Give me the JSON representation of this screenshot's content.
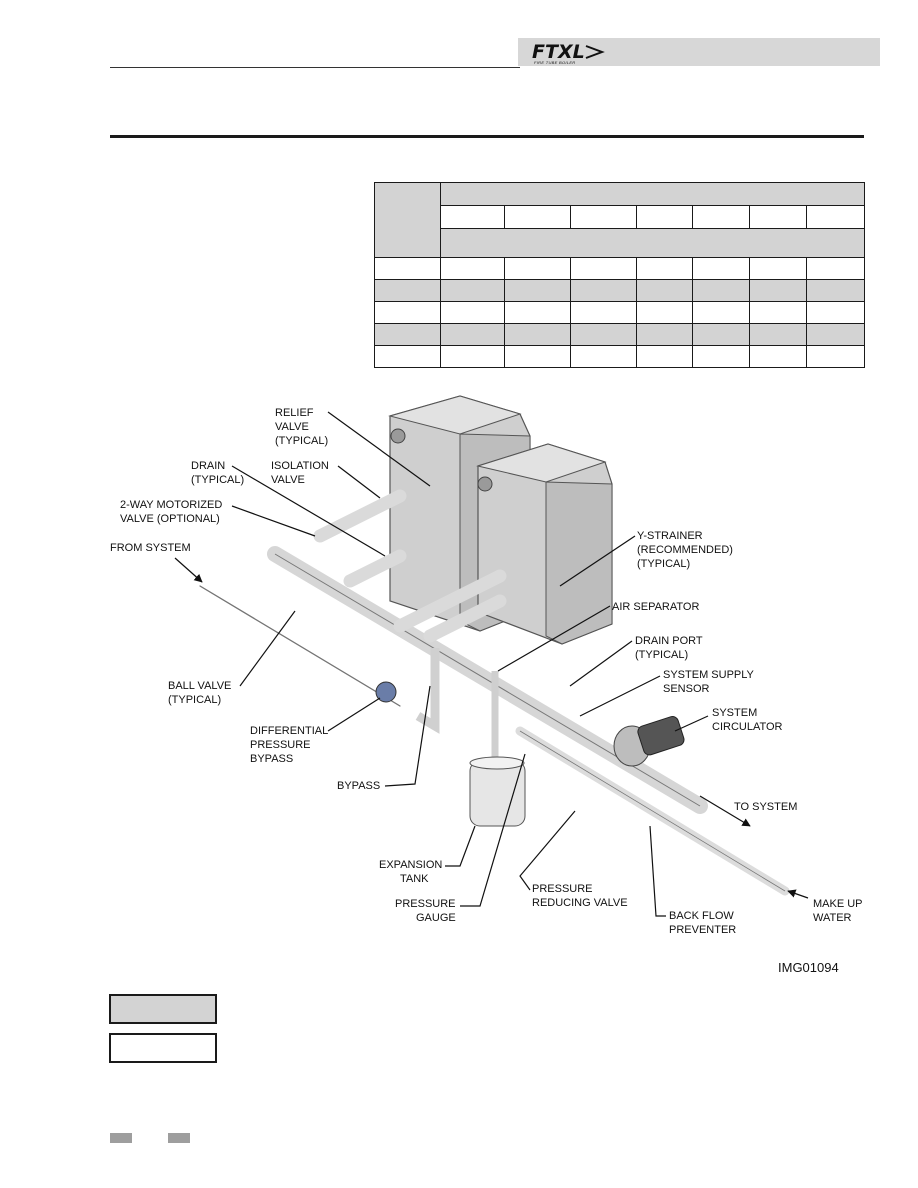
{
  "header": {
    "logo_text": "FTXL",
    "logo_tagline": "FIRE TUBE BOILER"
  },
  "figure": {
    "labels": {
      "relief_valve": [
        "RELIEF",
        "VALVE",
        "(TYPICAL)"
      ],
      "drain": [
        "DRAIN",
        "(TYPICAL)"
      ],
      "isolation_valve": [
        "ISOLATION",
        "VALVE"
      ],
      "motorized_valve": [
        "2-WAY MOTORIZED",
        "VALVE (OPTIONAL)"
      ],
      "from_system": [
        "FROM SYSTEM"
      ],
      "y_strainer": [
        "Y-STRAINER",
        "(RECOMMENDED)",
        "(TYPICAL)"
      ],
      "air_separator": [
        "AIR SEPARATOR"
      ],
      "drain_port": [
        "DRAIN PORT",
        "(TYPICAL)"
      ],
      "system_supply_sensor": [
        "SYSTEM SUPPLY",
        "SENSOR"
      ],
      "ball_valve": [
        "BALL VALVE",
        "(TYPICAL)"
      ],
      "system_circulator": [
        "SYSTEM",
        "CIRCULATOR"
      ],
      "differential_bypass": [
        "DIFFERENTIAL",
        "PRESSURE",
        "BYPASS"
      ],
      "bypass": [
        "BYPASS"
      ],
      "to_system": [
        "TO SYSTEM"
      ],
      "expansion_tank": [
        "EXPANSION",
        "TANK"
      ],
      "pressure_reducing_valve": [
        "PRESSURE",
        "REDUCING VALVE"
      ],
      "pressure_gauge": [
        "PRESSURE",
        "GAUGE"
      ],
      "back_flow_preventer": [
        "BACK FLOW",
        "PREVENTER"
      ],
      "make_up_water": [
        "MAKE UP",
        "WATER"
      ]
    },
    "image_id": "IMG01094"
  }
}
